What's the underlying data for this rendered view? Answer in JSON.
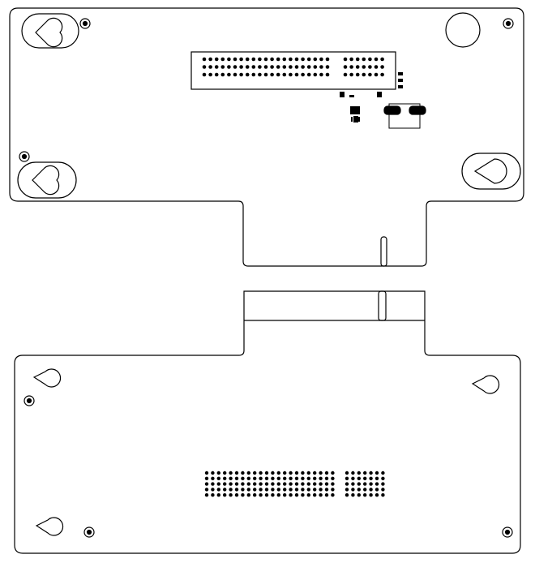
{
  "drawing": {
    "colors": {
      "stroke": "#000000",
      "background": "#ffffff",
      "pad": "#000000"
    },
    "top_board": {
      "connector": {
        "rows": 3,
        "left_block_cols": 21,
        "right_block_cols": 7
      }
    },
    "bottom_board": {
      "connector": {
        "rows": 5,
        "left_block_cols": 22,
        "right_block_cols": 7
      }
    }
  }
}
